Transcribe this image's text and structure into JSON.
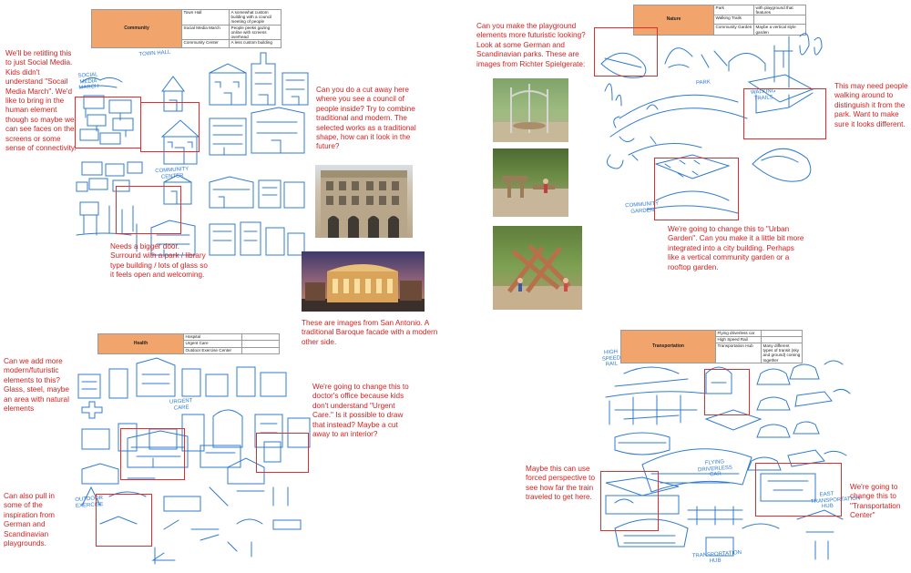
{
  "colors": {
    "note": "#d42020",
    "sketch": "#2f7bd0",
    "box": "#d63030",
    "category": "#f2a46d"
  },
  "community": {
    "table": {
      "category": "Community",
      "rows": [
        {
          "name": "Town Hall",
          "desc": "A somewhat custom building with a council meeting of people"
        },
        {
          "name": "Social Media March",
          "desc": "People peeks gazing online with screens overhead"
        },
        {
          "name": "Community Center",
          "desc": "A less custom building"
        }
      ]
    },
    "note_left": "We'll be retitling this to just Social Media. Kids didn't understand \"Socail Media March\". We'd like to bring in the human element though so maybe we can see faces on the screens or some sense of connectivity.",
    "note_cutaway": "Can you do a cut away here where you see a council of people inside? Try to combine traditional and modern. The selected works as a traditional shape, how can it look in the future?",
    "note_door": "Needs a bigger door. Surround with a park / library type building / lots of glass so it feels open and welcoming.",
    "note_antonio": "These are images from San Antonio. A traditional Baroque facade with a modern other side.",
    "labels": {
      "social": "SOCIAL MEDIA MARCH",
      "townhall": "TOWN HALL",
      "center": "COMMUNITY CENTER"
    }
  },
  "nature": {
    "table": {
      "category": "Nature",
      "rows": [
        {
          "name": "Park",
          "desc": "with playground that features"
        },
        {
          "name": "Walking Trails",
          "desc": ""
        },
        {
          "name": "Community Garden",
          "desc": "Maybe a vertical style garden"
        }
      ]
    },
    "note_playground": "Can you make the playground elements more futuristic looking? Look at some German and Scandinavian parks. These are images from Richter Spielgerate:",
    "note_walking": "This may need people walking around to distinguish it from the park. Want to make sure it looks different.",
    "note_garden": "We're going to change this to \"Urban Garden\". Can you make it a little bit more integrated into a city building. Perhaps like a vertical community garden or a rooftop garden.",
    "labels": {
      "park": "PARK",
      "walking": "WALKING TRAILS",
      "garden": "COMMUNITY GARDEN"
    }
  },
  "health": {
    "table": {
      "category": "Health",
      "rows": [
        {
          "name": "Hospital",
          "desc": ""
        },
        {
          "name": "Urgent Care",
          "desc": ""
        },
        {
          "name": "Outdoor Exercise Center",
          "desc": ""
        }
      ]
    },
    "note_modern": "Can we add more modern/futuristic elements to this? Glass, steel, maybe an area with natural elements",
    "note_urgent": "We're going to change this to doctor's office because kids don't understand \"Urgent Care.\" Is it possible to draw that instead? Maybe a cut away to an interior?",
    "note_pull": "Can also pull in some of the inspiration from German and Scandinavian playgrounds.",
    "labels": {
      "urgent": "URGENT CARE",
      "outdoor": "OUTDOOR EXERCISE"
    }
  },
  "transportation": {
    "table": {
      "category": "Transportation",
      "rows": [
        {
          "name": "Flying driverless car",
          "desc": ""
        },
        {
          "name": "High Speed Rail",
          "desc": ""
        },
        {
          "name": "Transportation Hub",
          "desc": "Many different types of transit (sky and ground) coming together"
        }
      ]
    },
    "note_forced": "Maybe this can use forced perspective to see how far the train traveled to get here.",
    "note_center": "We're going to change this to \"Transportation Center\"",
    "labels": {
      "rail": "HIGH SPEED RAIL",
      "flying": "FLYING DRIVERLESS CAR",
      "hub": "TRANSPORTATION HUB",
      "hub2": "EAST TRANSPORTATION HUB"
    }
  }
}
